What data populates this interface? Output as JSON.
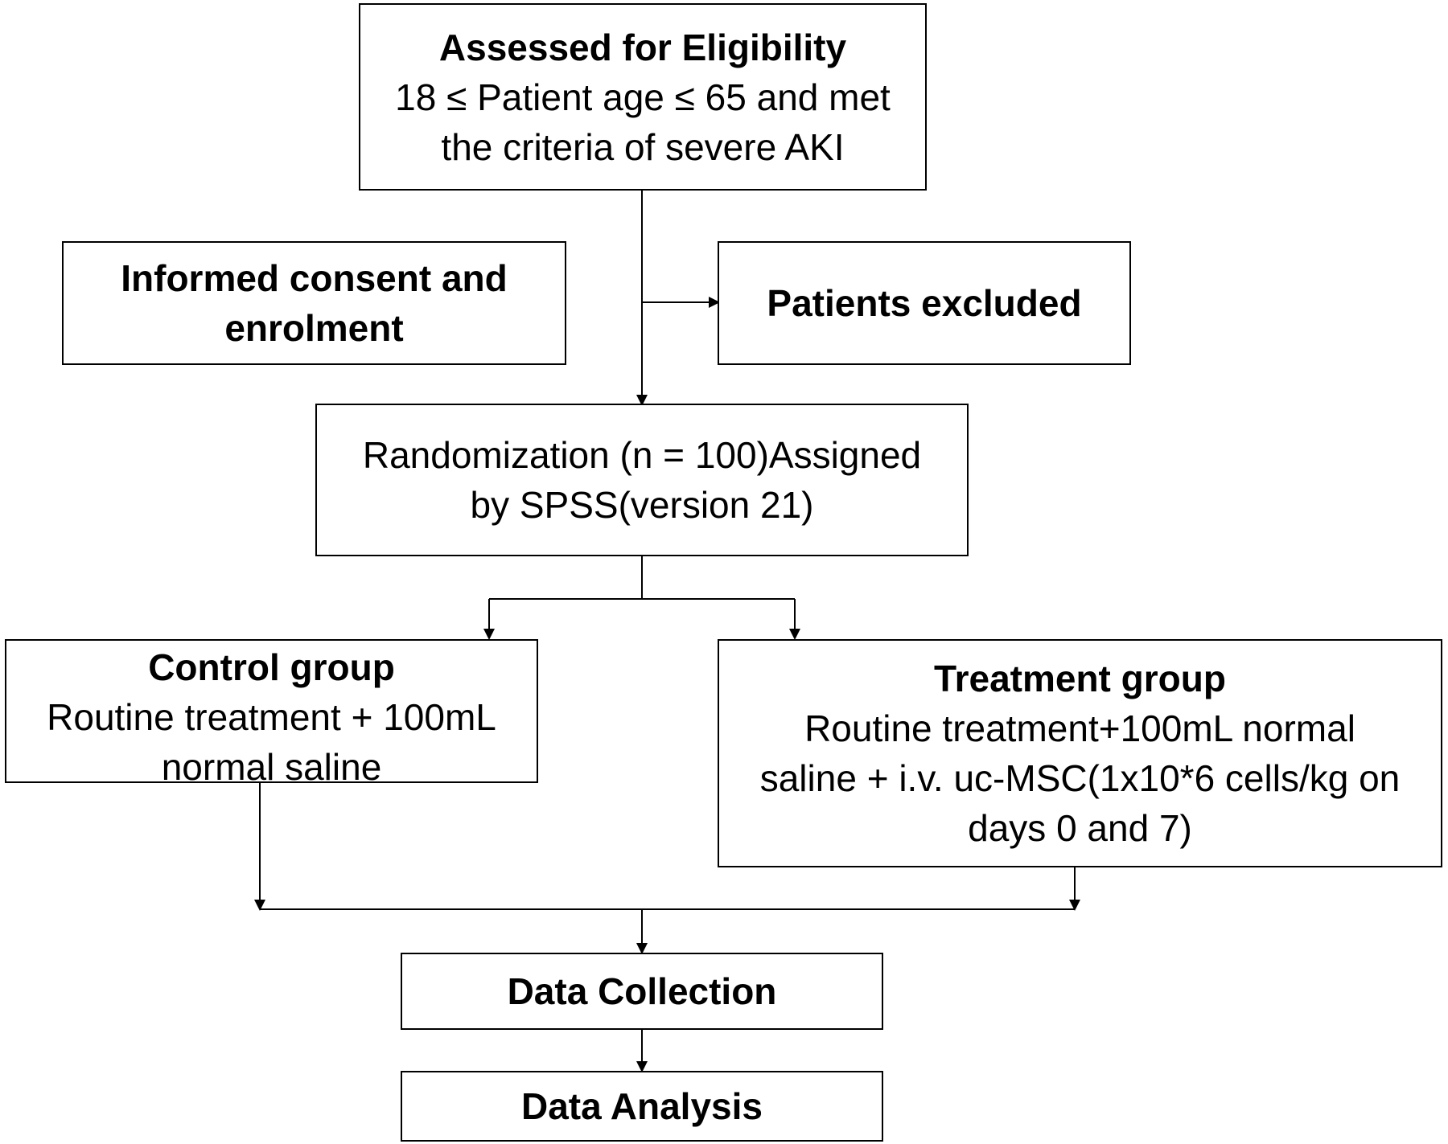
{
  "boxes": {
    "eligibility": {
      "title": "Assessed for Eligibility",
      "line1": "18 ≤ Patient age ≤ 65 and met",
      "line2": "the criteria of severe AKI"
    },
    "consent": {
      "line1": "Informed consent and",
      "line2": "enrolment"
    },
    "excluded": {
      "label": "Patients excluded"
    },
    "randomization": {
      "line1": "Randomization (n = 100)Assigned",
      "line2": "by SPSS(version 21)"
    },
    "control": {
      "title": "Control group",
      "line1": "Routine treatment + 100mL",
      "line2": "normal saline"
    },
    "treatment": {
      "title": "Treatment group",
      "line1": "Routine treatment+100mL normal",
      "line2": "saline + i.v. uc-MSC(1x10*6 cells/kg on",
      "line3": "days 0 and 7)"
    },
    "collection": {
      "label": "Data Collection"
    },
    "analysis": {
      "label": "Data Analysis"
    }
  }
}
